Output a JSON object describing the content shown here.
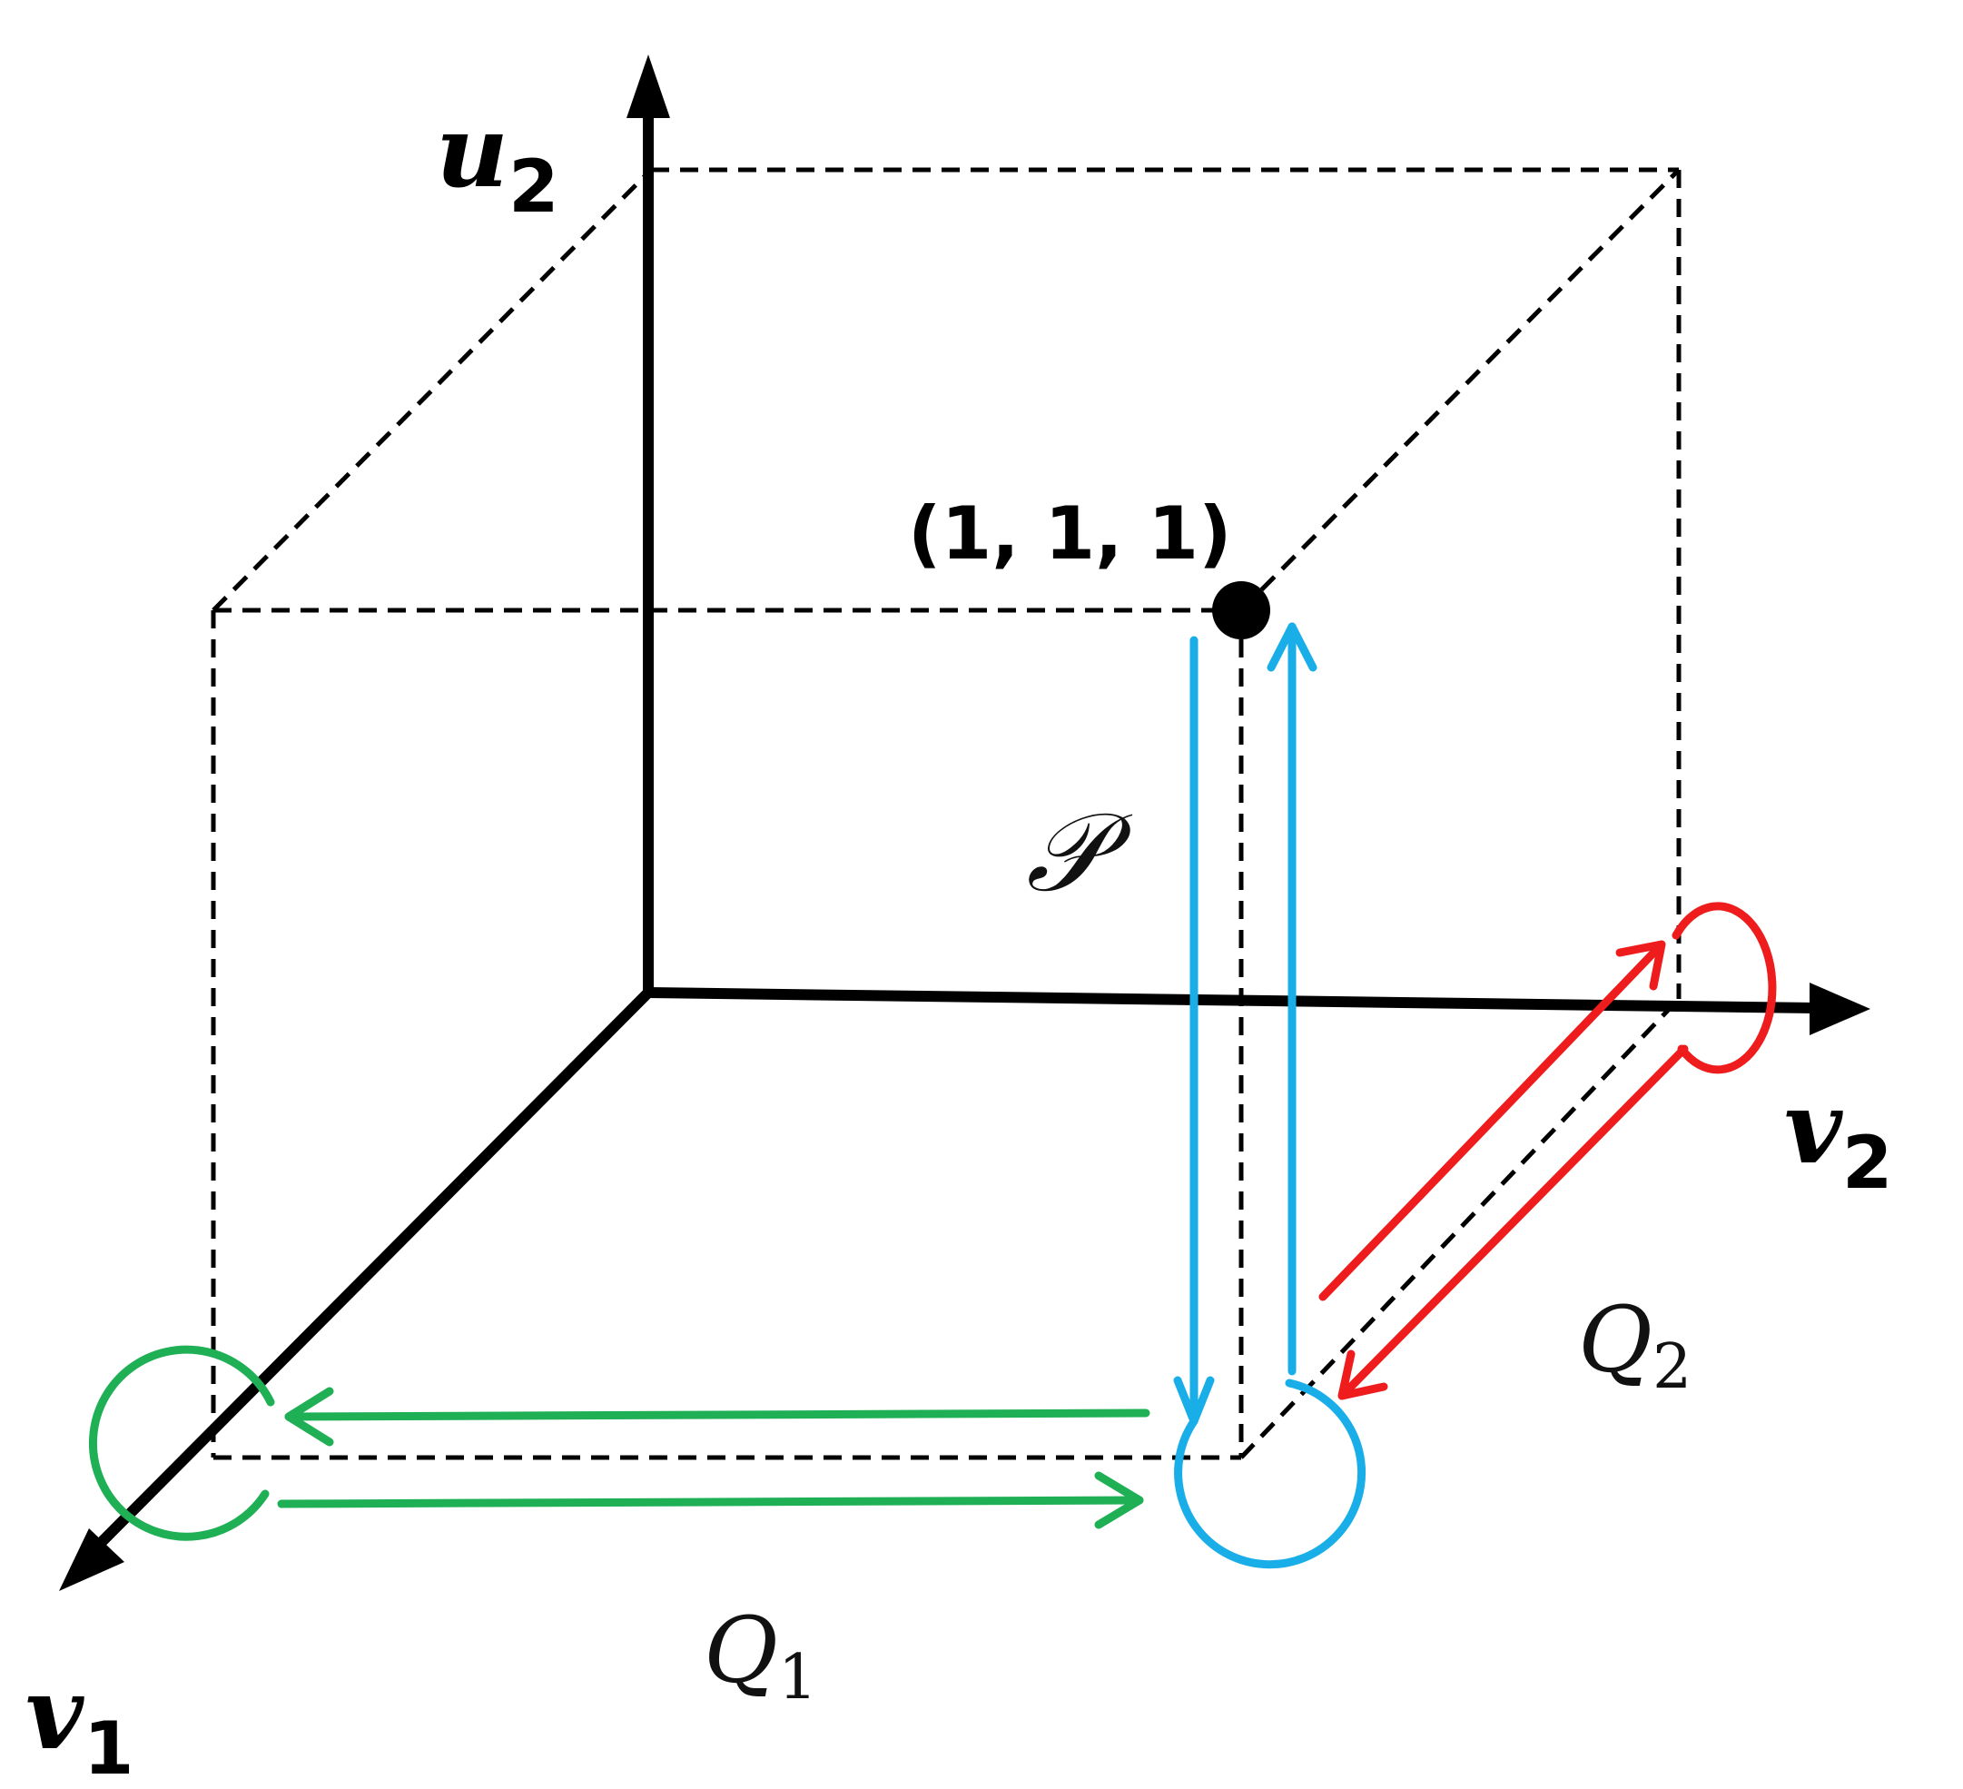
{
  "axes": {
    "u2": {
      "name": "u",
      "sub": "2"
    },
    "v2": {
      "name": "v",
      "sub": "2"
    },
    "v1": {
      "name": "v",
      "sub": "1"
    }
  },
  "point_label": "(1, 1, 1)",
  "paths": {
    "P": {
      "label": "𝒫"
    },
    "Q1": {
      "name": "Q",
      "sub": "1"
    },
    "Q2": {
      "name": "Q",
      "sub": "2"
    }
  },
  "colors": {
    "axis": "#000000",
    "dashed": "#000000",
    "P": "#1AAEE8",
    "Q1": "#1FAF55",
    "Q2": "#EE1C1C"
  }
}
